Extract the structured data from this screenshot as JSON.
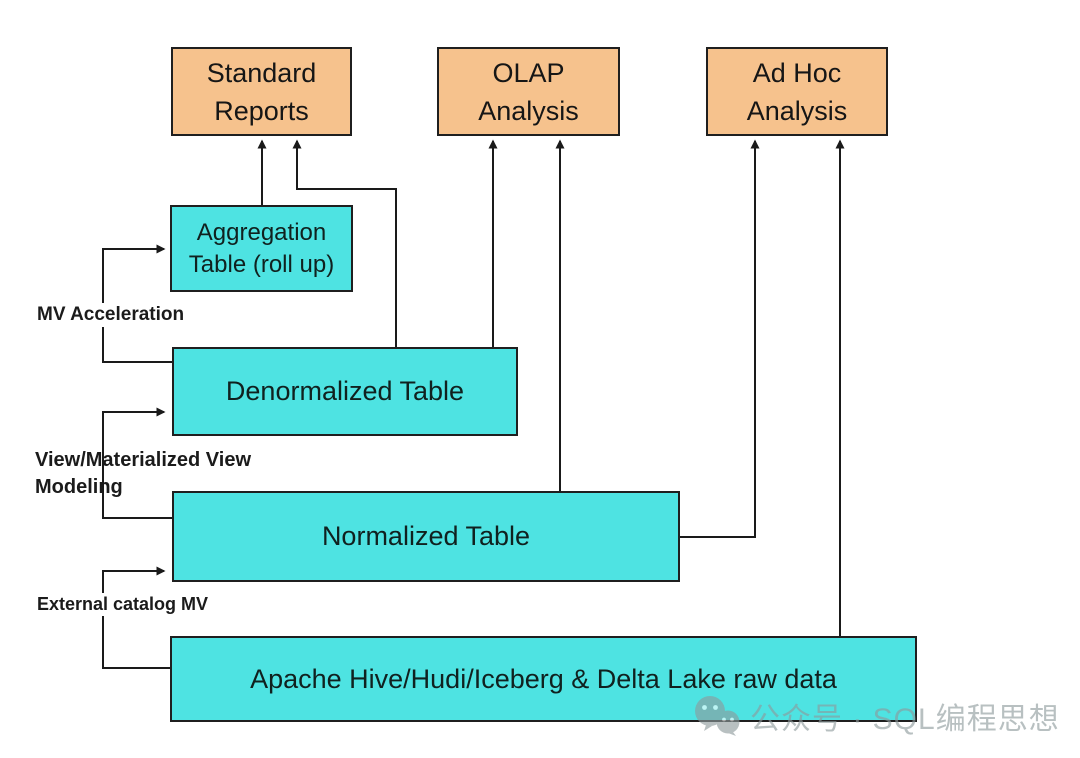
{
  "theme": {
    "background": "#ffffff",
    "consumer_fill": "#f6c28d",
    "table_fill": "#4ee3e2",
    "border_color": "#1f1f1f",
    "line_color": "#1a1a1a",
    "label_color": "#1b1b1b",
    "watermark_color": "#8e9a9c"
  },
  "nodes": {
    "standard_reports": {
      "label": "Standard\nReports"
    },
    "olap_analysis": {
      "label": "OLAP\nAnalysis"
    },
    "ad_hoc_analysis": {
      "label": "Ad Hoc\nAnalysis"
    },
    "aggregation_table": {
      "label": "Aggregation\nTable (roll up)"
    },
    "denormalized_table": {
      "label": "Denormalized Table"
    },
    "normalized_table": {
      "label": "Normalized Table"
    },
    "raw_data": {
      "label": "Apache Hive/Hudi/Iceberg & Delta Lake raw data"
    }
  },
  "edge_labels": {
    "mv_acceleration": "MV Acceleration",
    "view_modeling": "View/Materialized View\nModeling",
    "external_catalog_mv": "External catalog MV"
  },
  "watermark": {
    "icon": "wechat-icon",
    "text": "公众号 · SQL编程思想"
  }
}
